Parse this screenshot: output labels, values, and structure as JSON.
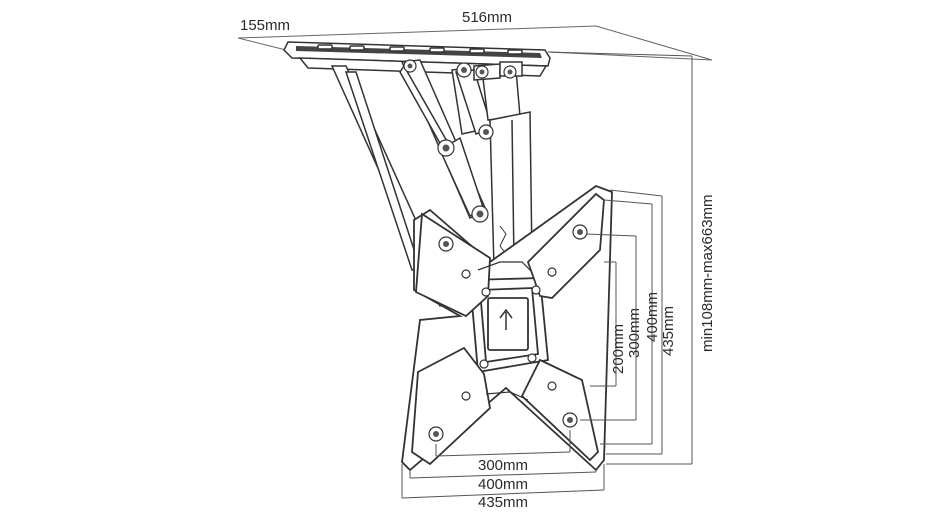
{
  "diagram": {
    "colors": {
      "line": "#333333",
      "fill": "#ffffff",
      "dark": "#555555"
    },
    "labels": {
      "depth": "155mm",
      "width": "516mm",
      "height_range": "min108mm-max663mm",
      "v200": "200mm",
      "v300": "300mm",
      "v400": "400mm",
      "v435": "435mm",
      "h300": "300mm",
      "h400": "400mm",
      "h435": "435mm"
    }
  }
}
